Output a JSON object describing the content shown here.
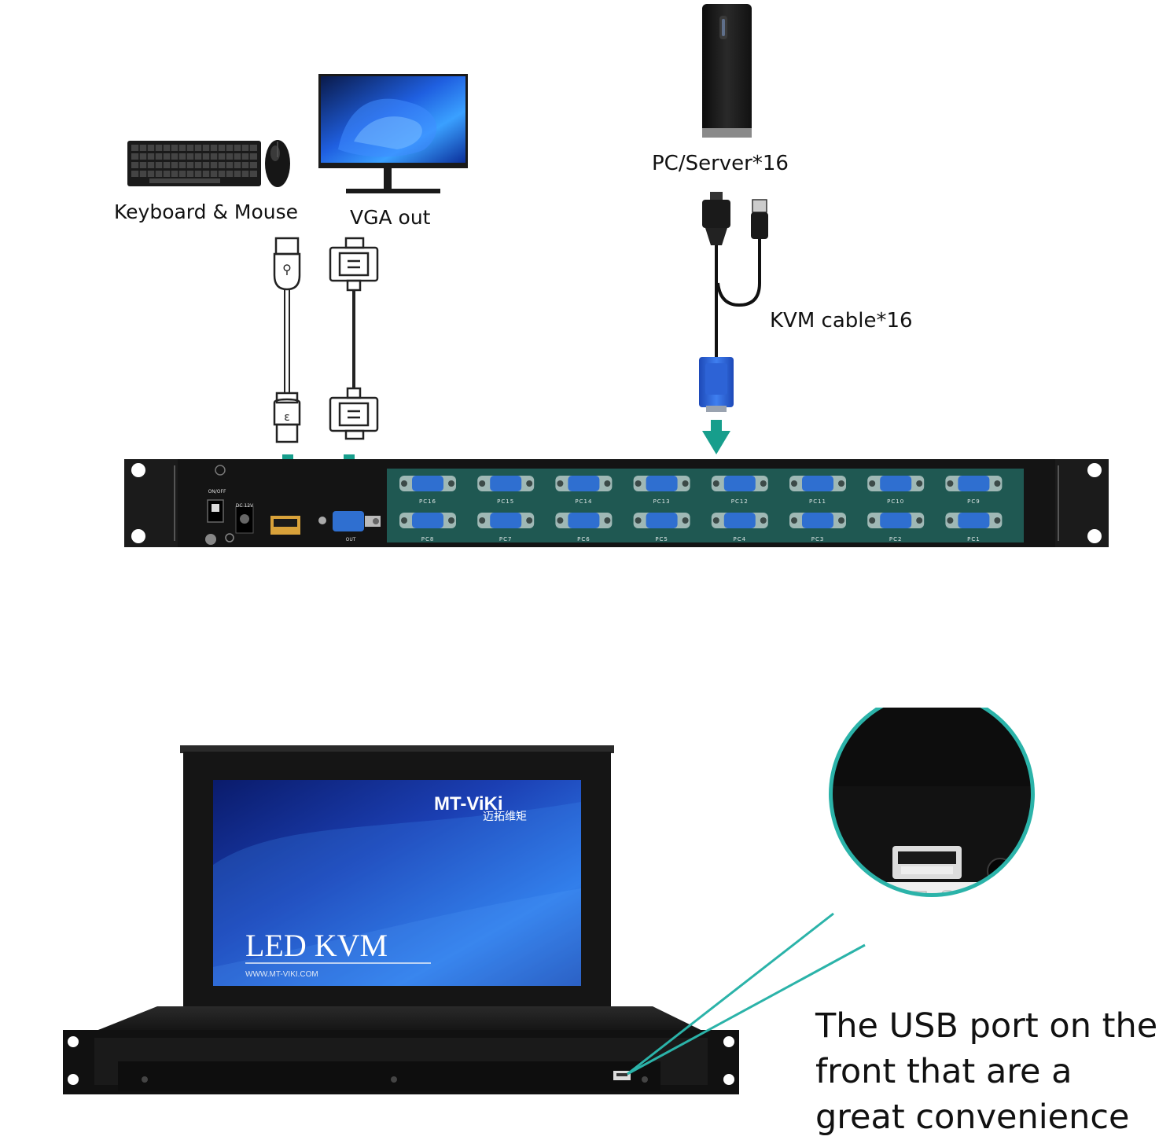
{
  "labels": {
    "keyboard_mouse": "Keyboard & Mouse",
    "vga_out": "VGA out",
    "pc_server": "PC/Server*16",
    "kvm_cable": "KVM cable*16",
    "caption": "The USB port on the front that are a great convenience"
  },
  "panel": {
    "on_off": "ON/OFF",
    "dc": "DC 12V",
    "out": "OUT",
    "top_ports": [
      "PC16",
      "PC15",
      "PC14",
      "PC13",
      "PC12",
      "PC11",
      "PC10",
      "PC9"
    ],
    "bottom_ports": [
      "PC8",
      "PC7",
      "PC6",
      "PC5",
      "PC4",
      "PC3",
      "PC2",
      "PC1"
    ],
    "board_color": "#1f5852",
    "vga_blue": "#2f6fd0",
    "arrow_color": "#179e8c"
  },
  "screen": {
    "brand": "MT-ViKi",
    "brand_cn": "迈拓维矩",
    "title": "LED KVM",
    "url": "WWW.MT-VIKI.COM"
  },
  "callout": {
    "accent": "#2bb3a9"
  }
}
